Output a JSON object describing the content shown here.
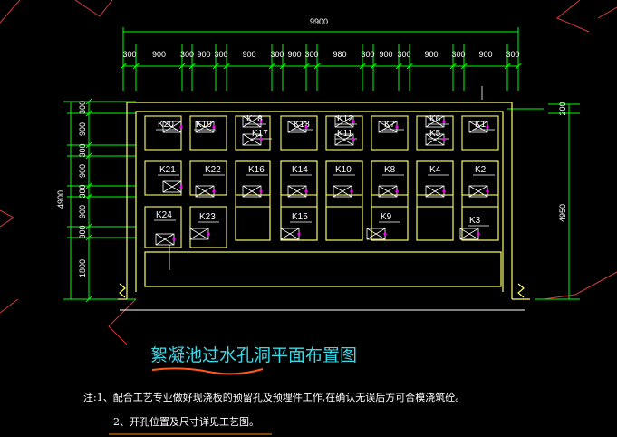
{
  "drawing": {
    "overall_width": "9900",
    "top_dims": [
      "300",
      "900",
      "300",
      "900",
      "300",
      "900",
      "300",
      "900",
      "300",
      "980",
      "300",
      "900",
      "300",
      "900",
      "300",
      "900",
      "300"
    ],
    "left_overall": "4900",
    "left_dims": [
      "300",
      "900",
      "300",
      "900",
      "300",
      "900",
      "300",
      "1800"
    ],
    "right_overall": "4950",
    "right_small": "200",
    "holes": [
      "K1",
      "K2",
      "K3",
      "K4",
      "K5",
      "K6",
      "K7",
      "K8",
      "K9",
      "K10",
      "K11",
      "K12",
      "K13",
      "K14",
      "K15",
      "K16",
      "K17",
      "K18",
      "K19",
      "K20",
      "K21",
      "K22",
      "K23",
      "K24"
    ]
  },
  "title": "絮凝池过水孔洞平面布置图",
  "notes": [
    "注:1、配合工艺专业做好现浇板的预留孔及预埋件工作,在确认无误后方可合模浇筑砼。",
    "2、开孔位置及尺寸详见工艺图。"
  ],
  "colors": {
    "background": "#000000",
    "dim": "#00ff00",
    "wall": "#ffff66",
    "title": "#3fd7e6",
    "underline": "#ff5a1a",
    "magenta": "#ff00ff"
  }
}
